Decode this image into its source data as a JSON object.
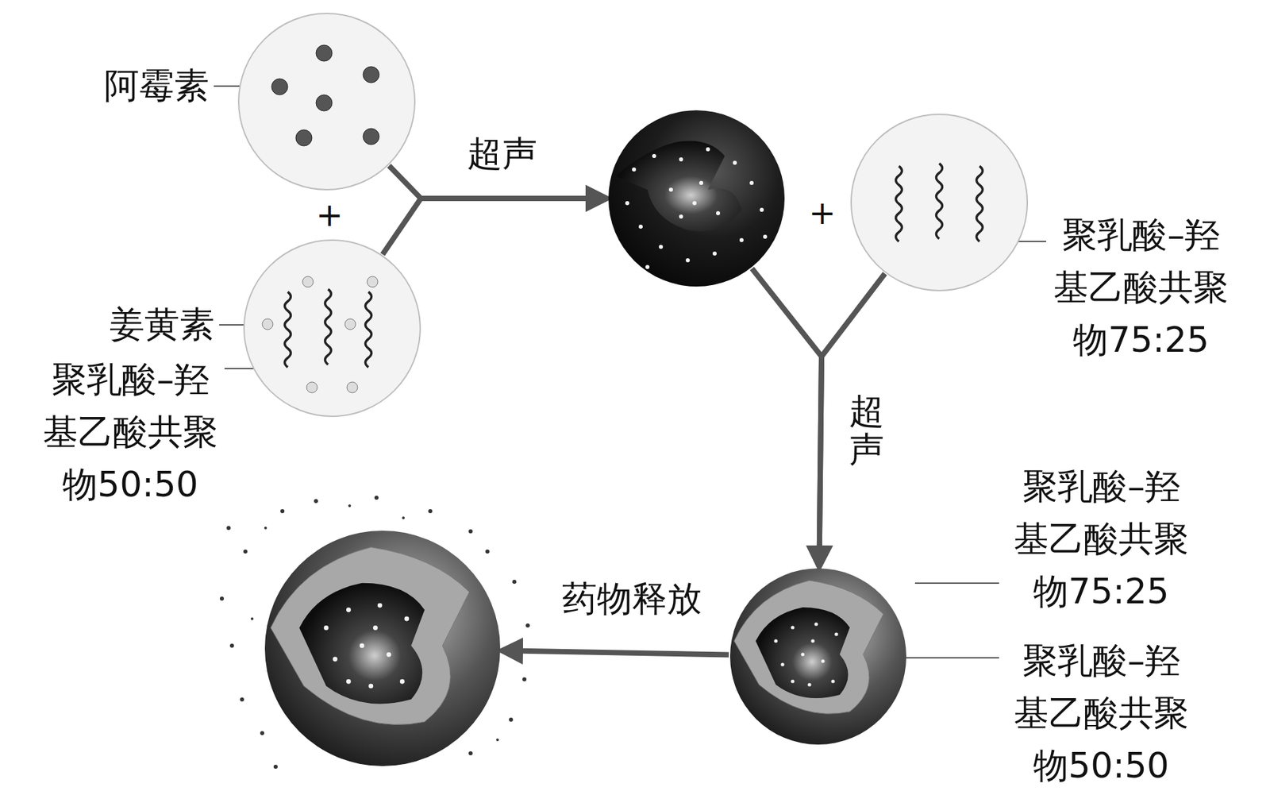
{
  "diagram": {
    "nodes": [
      {
        "text": [
          "阿霉素"
        ]
      },
      {
        "text": [
          "姜黄素",
          "聚乳酸–羟基乙酸共聚物50:50"
        ]
      },
      {
        "text": []
      },
      {
        "text": [
          "聚乳酸–羟基乙酸共聚物75:25"
        ]
      },
      {
        "text": [
          "聚乳酸–羟基乙酸共聚物75:25",
          "聚乳酸–羟基乙酸共聚物50:50"
        ]
      },
      {
        "text": []
      }
    ],
    "edges": [
      {
        "from": 0,
        "to": 2,
        "label": "超声",
        "arrow": "to"
      },
      {
        "from": 1,
        "to": 2,
        "arrow": "to"
      },
      {
        "from": 2,
        "to": 4,
        "label": "超声",
        "arrow": "to"
      },
      {
        "from": 3,
        "to": 4,
        "arrow": "to"
      },
      {
        "from": 4,
        "to": 5,
        "label": "药物释放",
        "arrow": "to"
      }
    ],
    "labels": [
      "+",
      "+"
    ]
  }
}
